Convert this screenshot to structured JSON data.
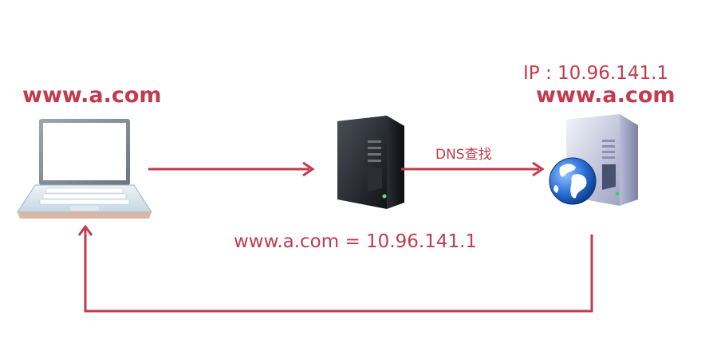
{
  "colors": {
    "accent": "#c23b4e",
    "server_dark": "#1f2126",
    "server_light": "#c9cde6",
    "globe_blue": "#2a6fd6"
  },
  "client": {
    "domain_label": "www.a.com",
    "icon": "laptop-icon"
  },
  "dns_server": {
    "icon": "dns-server-icon",
    "lookup_label": "DNS查找"
  },
  "web_server": {
    "ip_label": "IP : 10.96.141.1",
    "domain_label": "www.a.com",
    "icon": "web-server-globe-icon"
  },
  "mapping_label": "www.a.com = 10.96.141.1"
}
